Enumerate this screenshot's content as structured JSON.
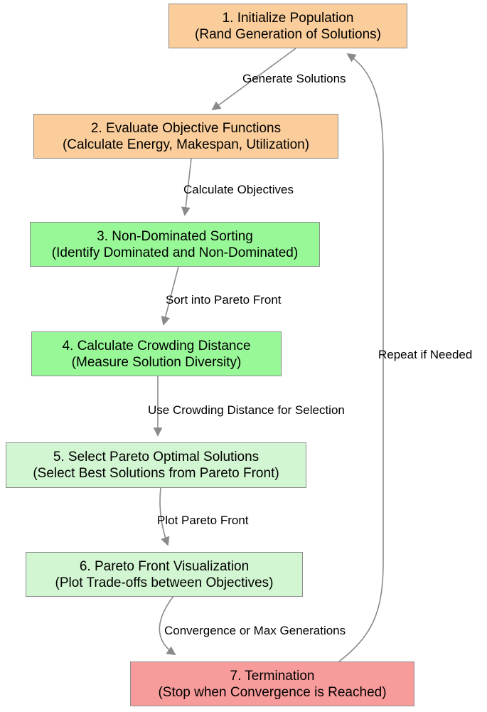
{
  "diagram": {
    "nodes": [
      {
        "line1": "1. Initialize Population",
        "line2": "(Rand Generation of Solutions)",
        "fill": "#FACD9B"
      },
      {
        "line1": "2. Evaluate Objective Functions",
        "line2": "(Calculate Energy, Makespan, Utilization)",
        "fill": "#FACD9B"
      },
      {
        "line1": "3. Non-Dominated Sorting",
        "line2": "(Identify Dominated and Non-Dominated)",
        "fill": "#98F898"
      },
      {
        "line1": "4. Calculate Crowding Distance",
        "line2": "(Measure Solution Diversity)",
        "fill": "#98F898"
      },
      {
        "line1": "5. Select Pareto Optimal Solutions",
        "line2": "(Select Best Solutions from Pareto Front)",
        "fill": "#D2F5D2"
      },
      {
        "line1": "6. Pareto Front Visualization",
        "line2": "(Plot Trade-offs between Objectives)",
        "fill": "#D2F5D2"
      },
      {
        "line1": "7. Termination",
        "line2": "(Stop when Convergence is Reached)",
        "fill": "#F89B9B"
      }
    ],
    "edges": [
      {
        "from": 1,
        "to": 2,
        "label": "Generate Solutions"
      },
      {
        "from": 2,
        "to": 3,
        "label": "Calculate Objectives"
      },
      {
        "from": 3,
        "to": 4,
        "label": "Sort into Pareto Front"
      },
      {
        "from": 4,
        "to": 5,
        "label": "Use Crowding Distance for Selection"
      },
      {
        "from": 5,
        "to": 6,
        "label": "Plot Pareto Front"
      },
      {
        "from": 6,
        "to": 7,
        "label": "Convergence or Max Generations"
      },
      {
        "from": 7,
        "to": 1,
        "label": "Repeat if Needed"
      }
    ],
    "colors": {
      "arrow": "#8a8a8a",
      "node_border": "#8d8d8d",
      "text": "#000000",
      "background": "#ffffff"
    }
  }
}
